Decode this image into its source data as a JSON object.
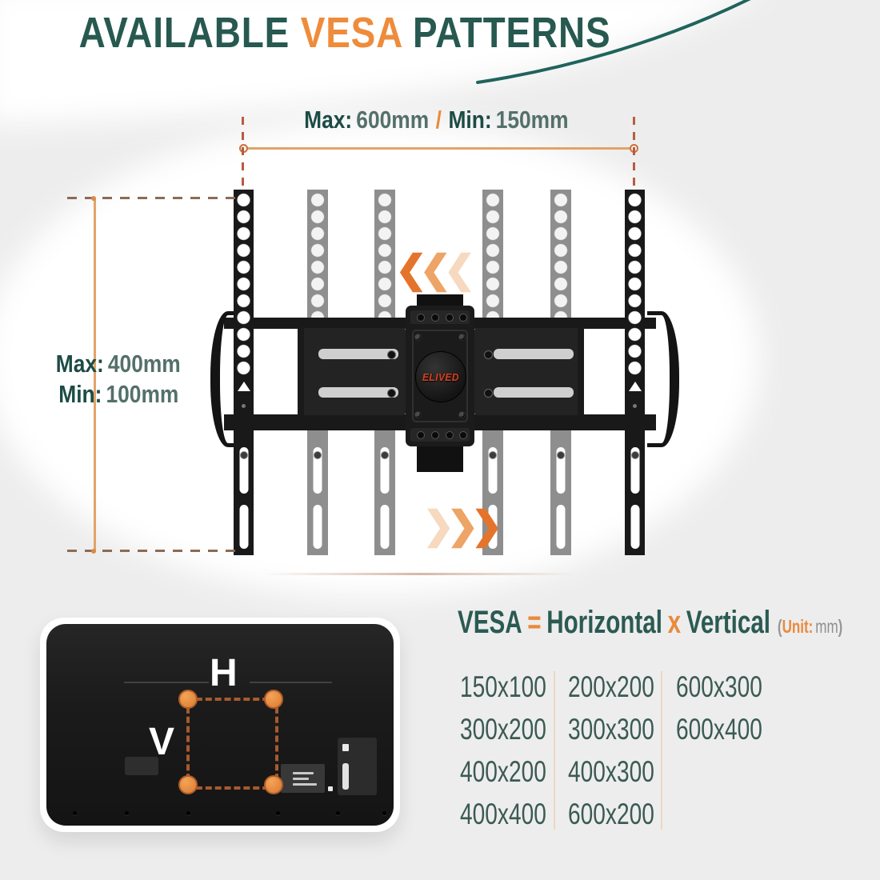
{
  "title": {
    "word1": "AVAILABLE",
    "word2": "VESA",
    "word3": "PATTERNS"
  },
  "mount": {
    "dim_horizontal": {
      "max_label": "Max:",
      "max_value": "600mm",
      "separator": "/",
      "min_label": "Min:",
      "min_value": "150mm"
    },
    "dim_vertical": {
      "max_label": "Max:",
      "max_value": "400mm",
      "min_label": "Min:",
      "min_value": "100mm"
    },
    "brand": "ELIVED"
  },
  "tv": {
    "h_label": "H",
    "v_label": "V"
  },
  "vesa": {
    "formula": {
      "term1": "VESA",
      "eq": "=",
      "term2": "Horizontal",
      "times": "x",
      "term3": "Vertical",
      "unit_open": "(",
      "unit_label": "Unit:",
      "unit_value": "mm",
      "unit_close": ")"
    },
    "columns": [
      {
        "rows": [
          "150x100",
          "300x200",
          "400x200",
          "400x400"
        ]
      },
      {
        "rows": [
          "200x200",
          "300x300",
          "400x300",
          "600x200"
        ]
      },
      {
        "rows": [
          "600x300",
          "600x400"
        ]
      }
    ]
  },
  "icons": {
    "chevron_left": "❮",
    "chevron_right": "❯"
  },
  "colors": {
    "teal": "#275950",
    "orange": "#EE8C3B",
    "dim_line": "#E2A368",
    "dash": "#B65C42",
    "table_text": "#3B5A53",
    "divider": "#EED5C3",
    "logo_red": "#D04526",
    "rail_gray": "#8E8E8E",
    "rail_black": "#191919"
  }
}
